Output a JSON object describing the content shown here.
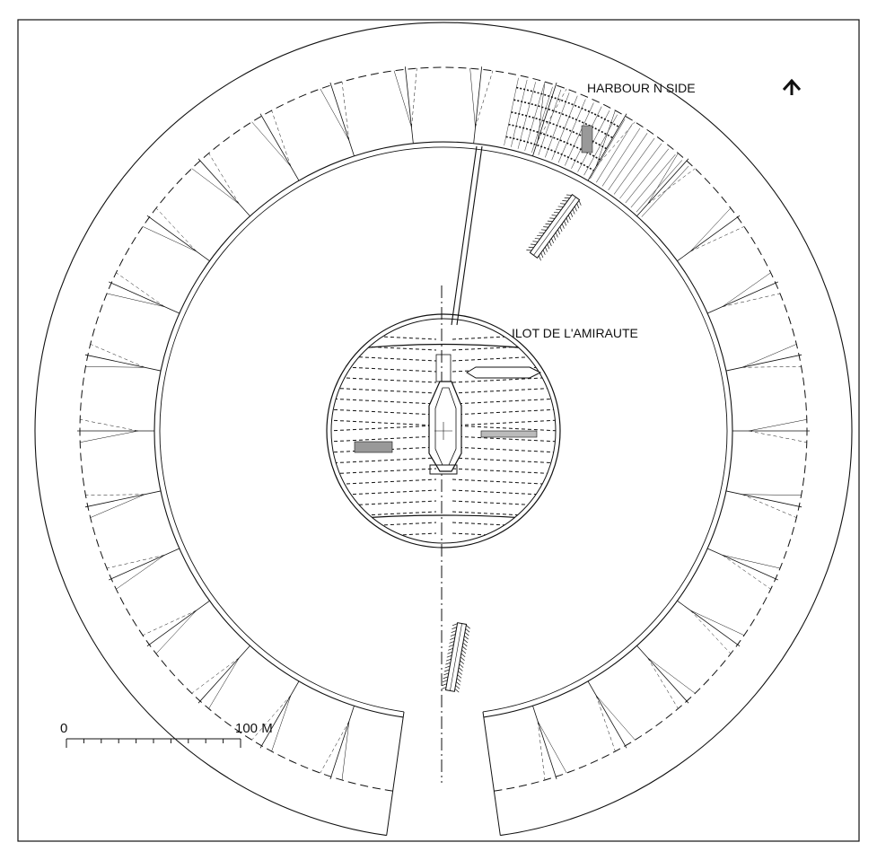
{
  "labels": {
    "harbour": "HARBOUR N SIDE",
    "island": "ILOT DE L'AMIRAUTE"
  },
  "scale_bar": {
    "start_label": "0",
    "end_label": "100 M"
  },
  "north_arrow_icon": "up-arrow-icon",
  "colors": {
    "ink": "#111111",
    "hatch": "#555555",
    "fill_grey": "#999999"
  }
}
